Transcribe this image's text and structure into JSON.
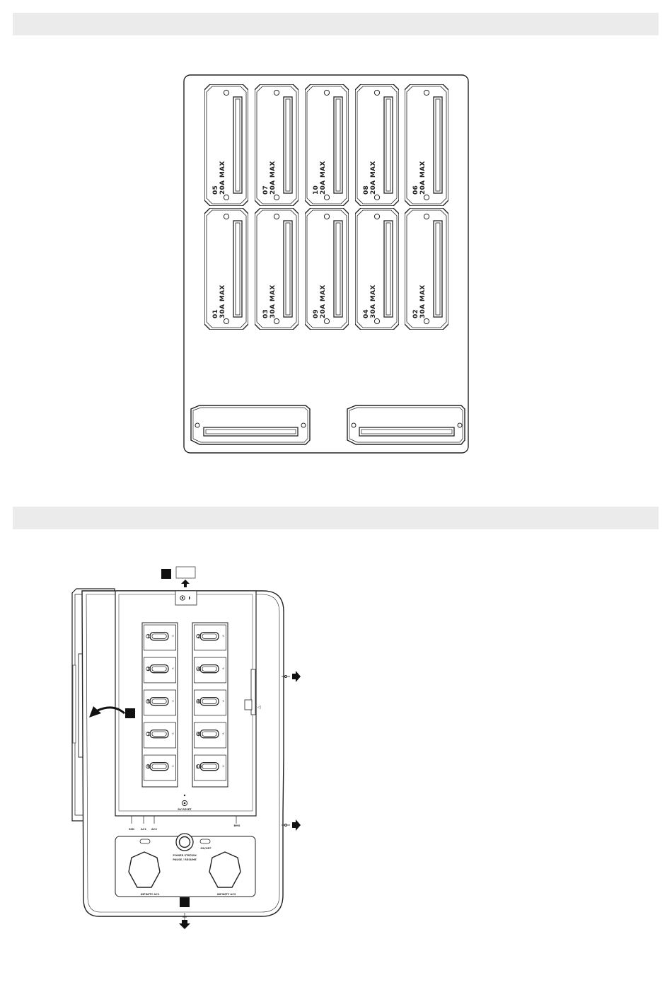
{
  "fuses": [
    {
      "id": "05",
      "rating": "20A MAX"
    },
    {
      "id": "07",
      "rating": "20A MAX"
    },
    {
      "id": "10",
      "rating": "20A MAX"
    },
    {
      "id": "08",
      "rating": "20A MAX"
    },
    {
      "id": "06",
      "rating": "20A MAX"
    },
    {
      "id": "01",
      "rating": "30A MAX"
    },
    {
      "id": "03",
      "rating": "30A MAX"
    },
    {
      "id": "09",
      "rating": "20A MAX"
    },
    {
      "id": "04",
      "rating": "30A MAX"
    },
    {
      "id": "02",
      "rating": "30A MAX"
    }
  ],
  "device": {
    "outlets_left": [
      "1",
      "3",
      "5",
      "7",
      "9"
    ],
    "outlets_right": [
      "2",
      "4",
      "6",
      "8",
      "10"
    ],
    "reset_label": "RV RESET",
    "status_labels": [
      "SSD",
      "AC1",
      "AC2"
    ],
    "bms_label": "BMS",
    "onoff_label": "ON/OFF",
    "center_label_1": "POWER STATION",
    "center_label_2": "PAUSE / RESUME",
    "ac_left_label": "INFINITY AC1",
    "ac_right_label": "INFINITY AC2"
  }
}
